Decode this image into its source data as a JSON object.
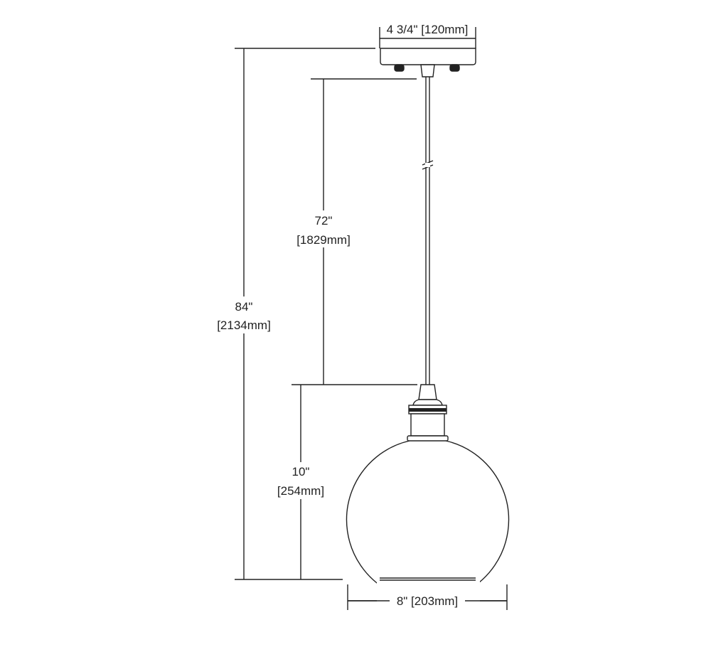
{
  "diagram": {
    "canopy_width": {
      "imperial": "4 3/4\"",
      "metric": "[120mm]",
      "label": "4 3/4\" [120mm]"
    },
    "cord_length": {
      "imperial": "72\"",
      "metric": "[1829mm]"
    },
    "overall_height": {
      "imperial": "84\"",
      "metric": "[2134mm]"
    },
    "shade_height": {
      "imperial": "10\"",
      "metric": "[254mm]"
    },
    "shade_width": {
      "imperial": "8\"",
      "metric": "[203mm]",
      "label": "8\" [203mm]"
    },
    "line_color": "#222222"
  }
}
